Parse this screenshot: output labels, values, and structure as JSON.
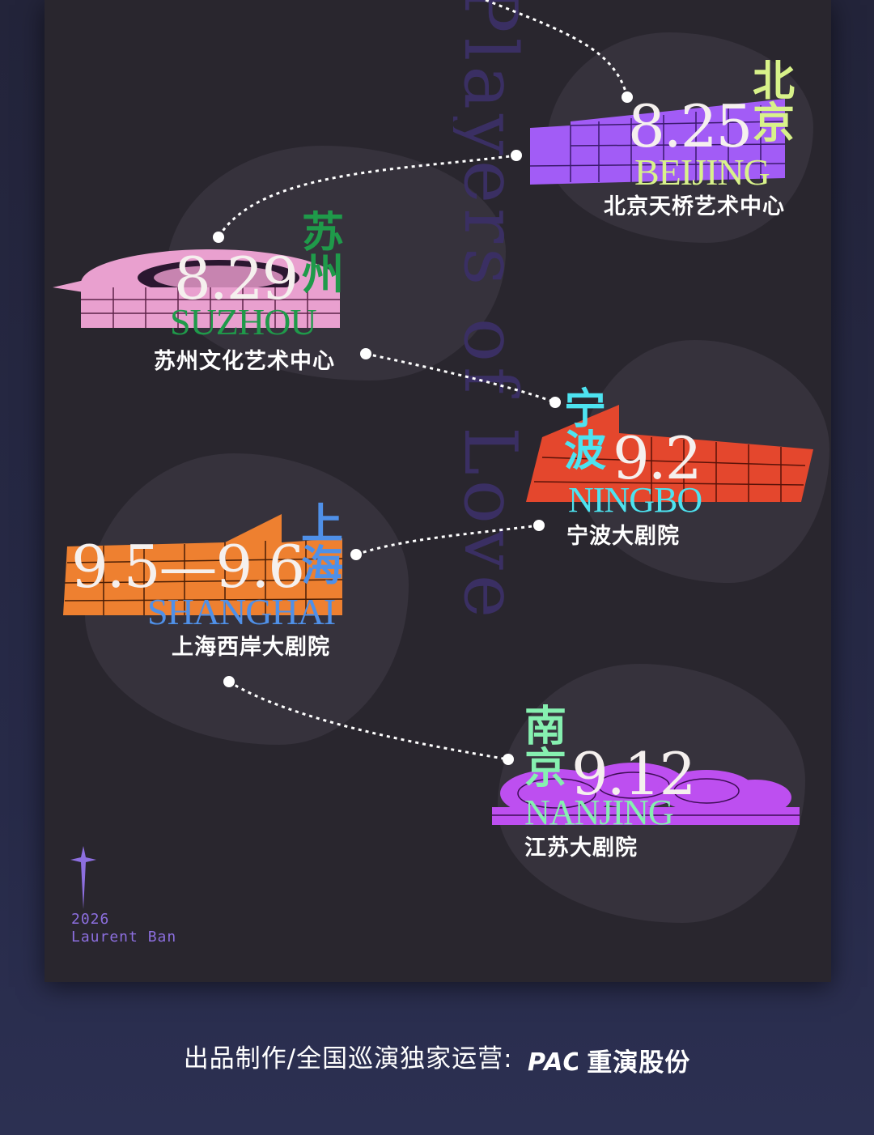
{
  "watermark_text": "Players of Love",
  "stops": [
    {
      "cn": "北京",
      "date": "8.25",
      "en": "BEIJING",
      "venue": "北京天桥艺术中心",
      "color": "#a25cf6",
      "accent": "#d8f28a"
    },
    {
      "cn": "苏州",
      "date": "8.29",
      "en": "SUZHOU",
      "venue": "苏州文化艺术中心",
      "color": "#e9a0cf",
      "accent": "#1f9a4a"
    },
    {
      "cn": "宁波",
      "date": "9.2",
      "en": "NINGBO",
      "venue": "宁波大剧院",
      "color": "#e4472d",
      "accent": "#4de3f0"
    },
    {
      "cn": "上海",
      "date": "9.5—9.6",
      "en": "SHANGHAI",
      "venue": "上海西岸大剧院",
      "color": "#ee8030",
      "accent": "#4f90e8"
    },
    {
      "cn": "南京",
      "date": "9.12",
      "en": "NANJING",
      "venue": "江苏大剧院",
      "color": "#bd4ff0",
      "accent": "#86f0b0"
    }
  ],
  "signature": {
    "year": "2026",
    "name": "Laurent Ban"
  },
  "footer": {
    "text": "出品制作/全国巡演独家运营:",
    "logo": "PAC",
    "brand": "重演股份"
  }
}
